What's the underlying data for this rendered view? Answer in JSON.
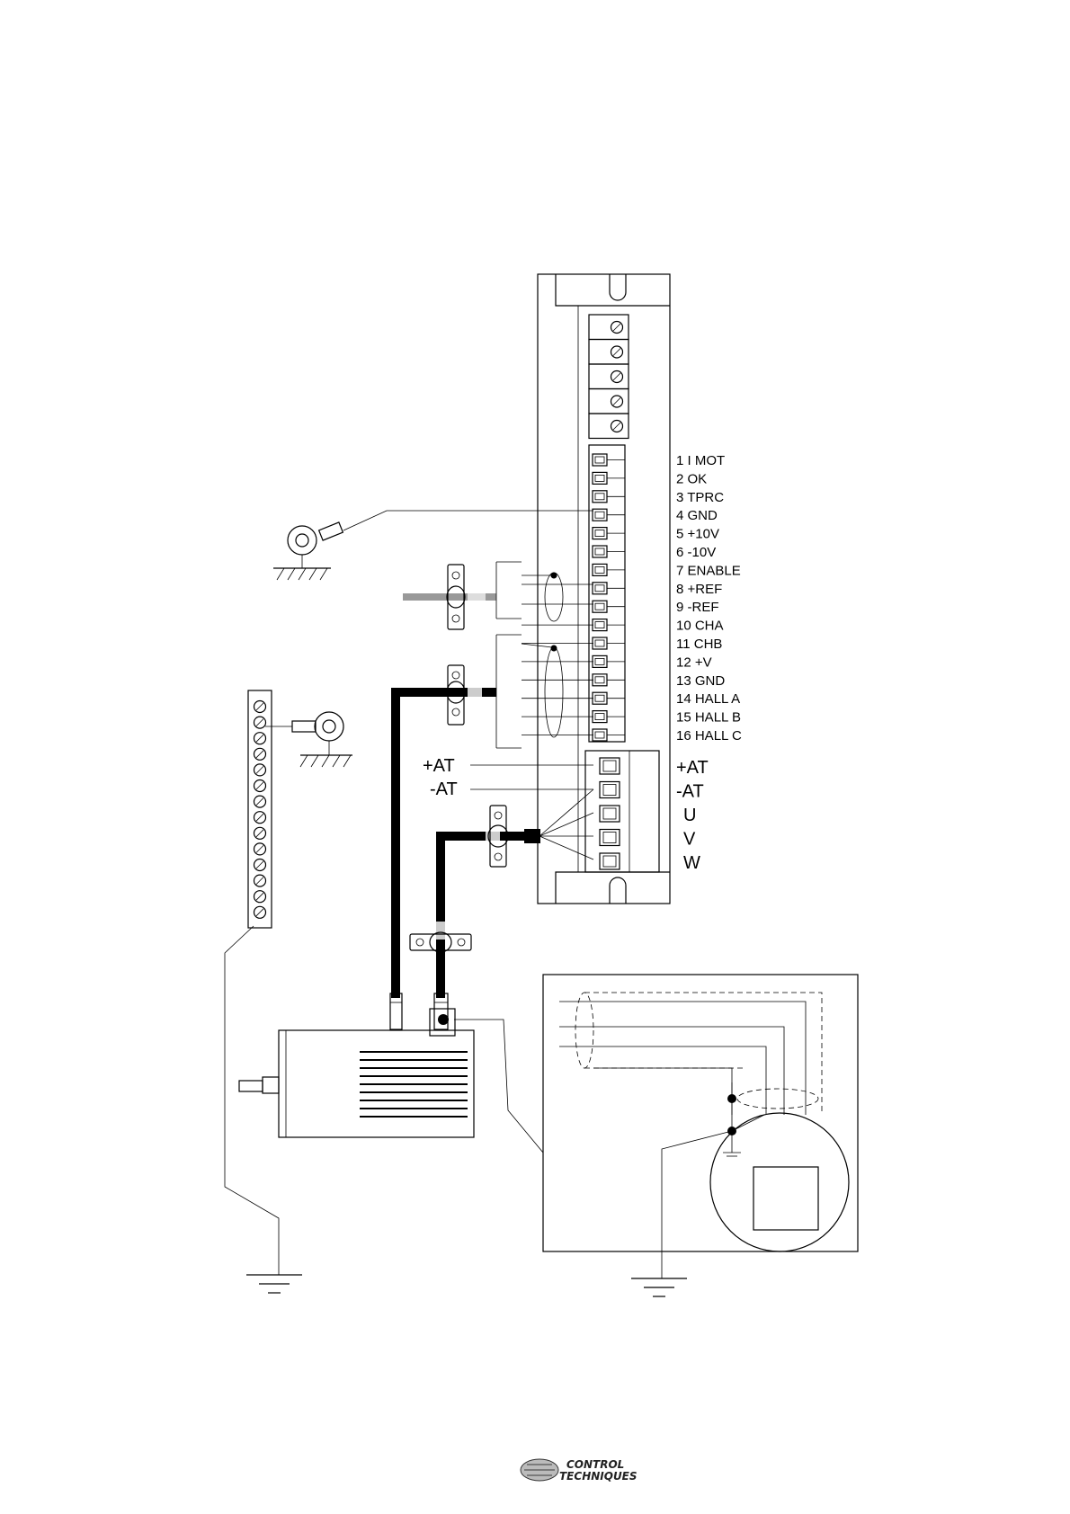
{
  "signal_terminals": [
    {
      "number": "1",
      "name": "I MOT"
    },
    {
      "number": "2",
      "name": "OK"
    },
    {
      "number": "3",
      "name": "TPRC"
    },
    {
      "number": "4",
      "name": "GND"
    },
    {
      "number": "5",
      "name": "+10V"
    },
    {
      "number": "6",
      "name": "-10V"
    },
    {
      "number": "7",
      "name": "ENABLE"
    },
    {
      "number": "8",
      "name": "+REF"
    },
    {
      "number": "9",
      "name": "-REF"
    },
    {
      "number": "10",
      "name": "CHA"
    },
    {
      "number": "11",
      "name": "CHB"
    },
    {
      "number": "12",
      "name": "+V"
    },
    {
      "number": "13",
      "name": "GND"
    },
    {
      "number": "14",
      "name": "HALL A"
    },
    {
      "number": "15",
      "name": "HALL B"
    },
    {
      "number": "16",
      "name": "HALL C"
    }
  ],
  "power_terminals": [
    "+AT",
    "-AT",
    "U",
    "V",
    "W"
  ],
  "external_power_labels": [
    "+AT",
    "-AT"
  ],
  "logo": {
    "line1": "CONTROL",
    "line2": "TECHNIQUES"
  }
}
